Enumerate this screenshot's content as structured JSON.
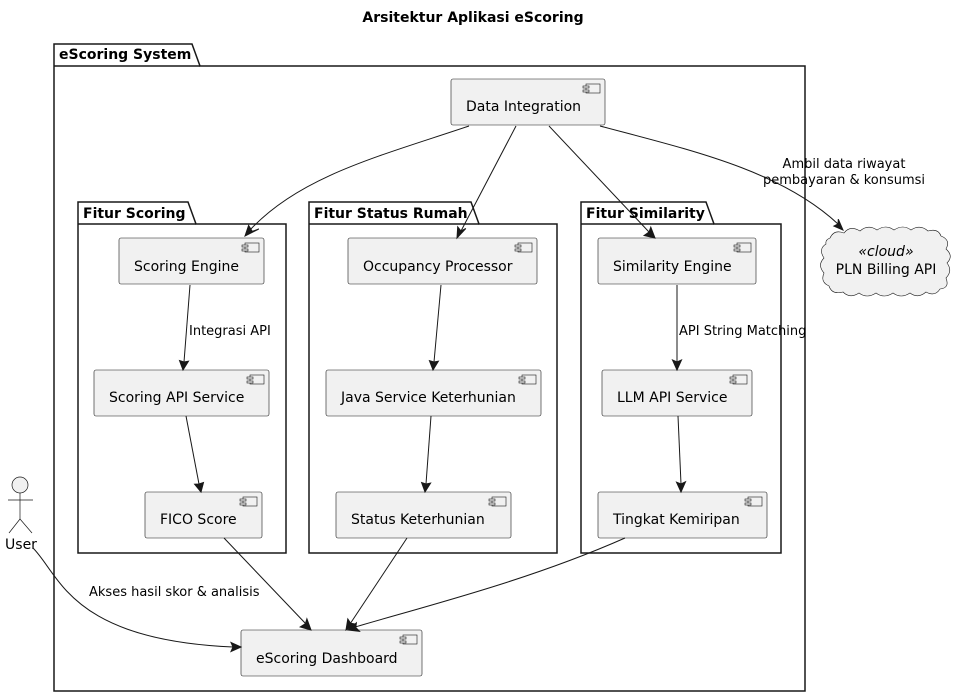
{
  "title": "Arsitektur Aplikasi eScoring",
  "packages": {
    "system": "eScoring System",
    "scoring": "Fitur Scoring",
    "status": "Fitur Status Rumah",
    "similarity": "Fitur Similarity"
  },
  "components": {
    "data_integration": "Data Integration",
    "scoring_engine": "Scoring Engine",
    "scoring_api": "Scoring API Service",
    "fico_score": "FICO Score",
    "occupancy": "Occupancy Processor",
    "java_service": "Java Service Keterhunian",
    "status_keterhunian": "Status Keterhunian",
    "similarity_engine": "Similarity Engine",
    "llm_api": "LLM API Service",
    "tingkat_kemiripan": "Tingkat Kemiripan",
    "dashboard": "eScoring Dashboard"
  },
  "cloud": {
    "stereotype": "«cloud»",
    "label": "PLN Billing API"
  },
  "actor": {
    "label": "User"
  },
  "edge_labels": {
    "ambil_line1": "Ambil data riwayat",
    "ambil_line2": "pembayaran & konsumsi",
    "integrasi_api": "Integrasi API",
    "api_string_matching": "API String Matching",
    "akses": "Akses hasil skor & analisis"
  },
  "colors": {
    "box_fill": "#f1f1f1",
    "line": "#181818",
    "background": "#ffffff"
  }
}
